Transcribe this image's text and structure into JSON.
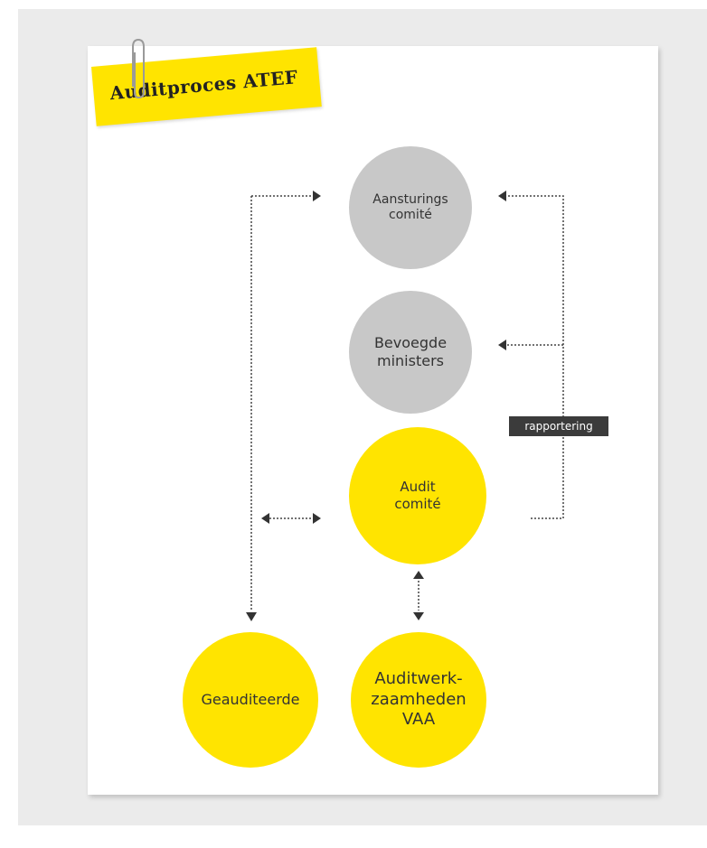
{
  "title": "Auditproces ATEF",
  "nodes": {
    "aansturingscomite": "Aansturings\ncomité",
    "bevoegde_ministers": "Bevoegde\nministers",
    "audit_comite": "Audit\ncomité",
    "geauditeerde": "Geauditeerde",
    "auditwerkzaamheden": "Auditwerk-\nzaamheden\nVAA"
  },
  "edge_label": "rapportering",
  "colors": {
    "yellow": "#ffe400",
    "grey": "#c8c8c8",
    "dark": "#333333",
    "tag": "#3b3b3b"
  },
  "icons": [
    "paperclip-icon",
    "arrow-icon"
  ]
}
